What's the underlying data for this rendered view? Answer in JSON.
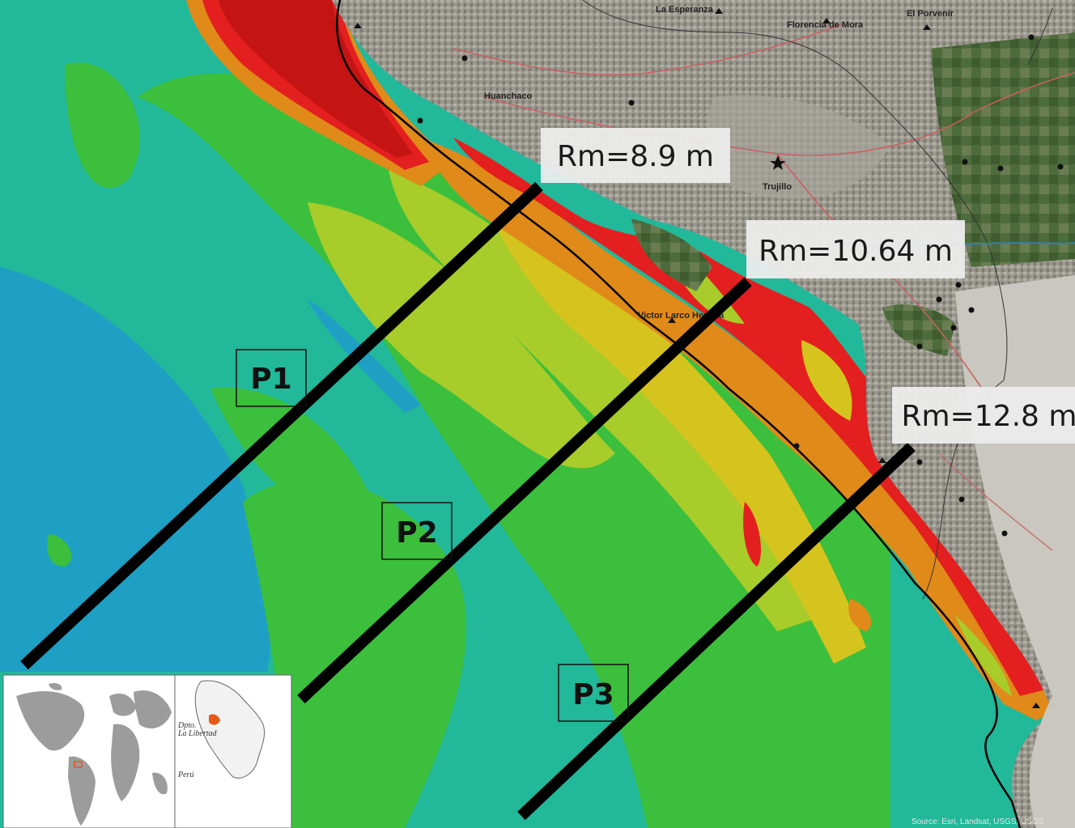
{
  "places": {
    "la_esperanza": "La Esperanza",
    "florencia_de_mora": "Florencia de Mora",
    "el_porvenir": "El Porvenir",
    "huanchaco": "Huanchaco",
    "trujillo": "Trujillo",
    "victor_larco": "Victor Larco Herrera"
  },
  "runup_labels": {
    "p1": "Rm=8.9 m",
    "p2": "Rm=10.64 m",
    "p3": "Rm=12.8 m"
  },
  "profiles": {
    "p1": "P1",
    "p2": "P2",
    "p3": "P3"
  },
  "inset": {
    "region_label_line1": "Dpto.",
    "region_label_line2": "La Libertad",
    "country_label": "Perú"
  },
  "credit": "Source: Esri, Landsat, USGS, USGS",
  "colors": {
    "deep_water": "#1e9fc4",
    "teal": "#22b89a",
    "green": "#3cbf3c",
    "yellow_green": "#a8cc2a",
    "yellow": "#d6c41e",
    "orange": "#e08a1a",
    "red": "#e41f1f",
    "dark_red": "#c41414",
    "land": "#8f8a7d",
    "highlight": "#e85a1a"
  }
}
